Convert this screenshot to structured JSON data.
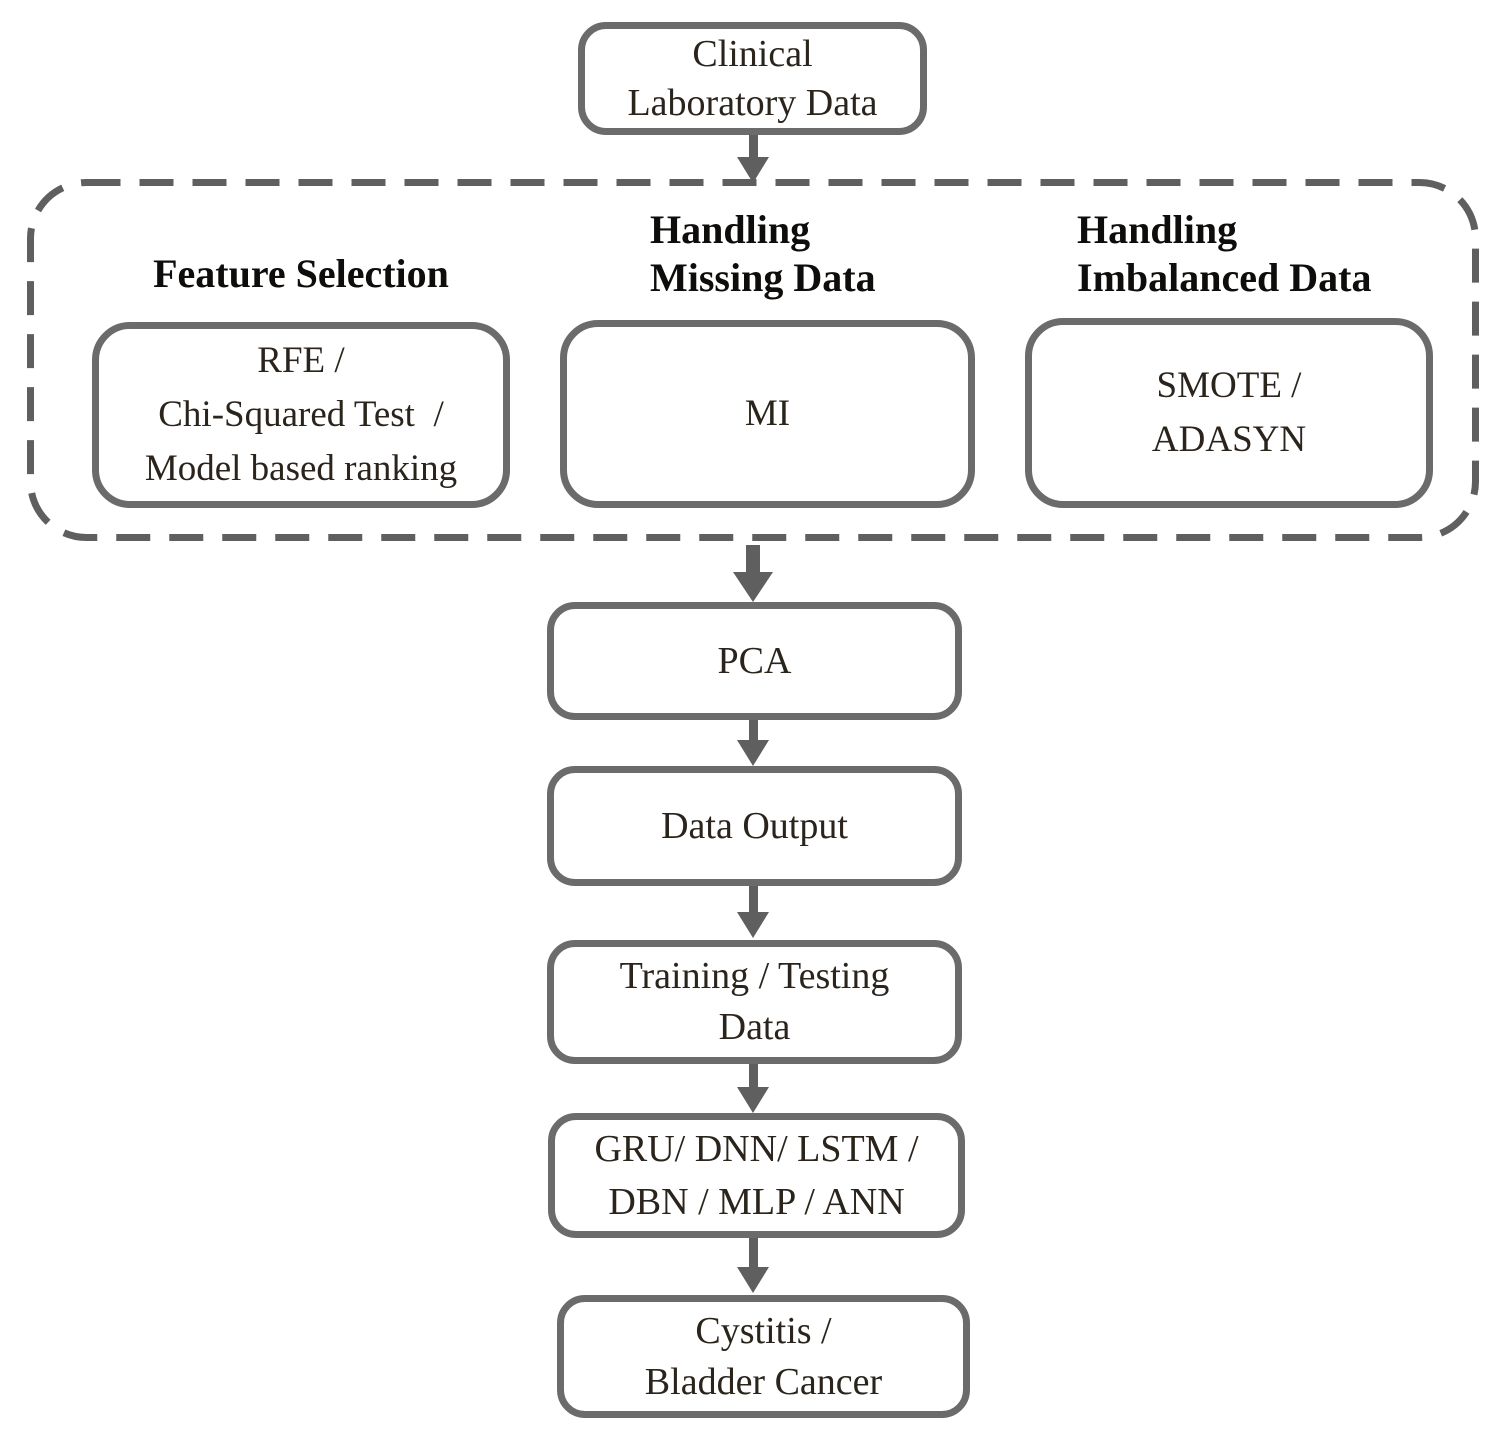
{
  "colors": {
    "background": "#ffffff",
    "box_border": "#6b6b6b",
    "dashed_border": "#5f5f5f",
    "arrow": "#5f5f5f",
    "box_text": "#2a241c",
    "heading_text": "#0e0d0b"
  },
  "flow": {
    "source": {
      "lines": [
        "Clinical",
        "Laboratory Data"
      ]
    },
    "preprocessing": {
      "columns": [
        {
          "heading_lines": [
            "Feature Selection"
          ],
          "box_lines": [
            "RFE /",
            "Chi-Squared Test  /",
            "Model based ranking"
          ]
        },
        {
          "heading_lines": [
            "Handling",
            "Missing Data"
          ],
          "box_lines": [
            "MI"
          ]
        },
        {
          "heading_lines": [
            "Handling",
            "Imbalanced Data"
          ],
          "box_lines": [
            "SMOTE /",
            "ADASYN"
          ]
        }
      ]
    },
    "chain": [
      {
        "lines": [
          "PCA"
        ]
      },
      {
        "lines": [
          "Data Output"
        ]
      },
      {
        "lines": [
          "Training / Testing",
          "Data"
        ]
      },
      {
        "lines": [
          "GRU/ DNN/ LSTM /",
          "DBN / MLP / ANN"
        ]
      },
      {
        "lines": [
          "Cystitis /",
          "Bladder Cancer"
        ]
      }
    ]
  }
}
